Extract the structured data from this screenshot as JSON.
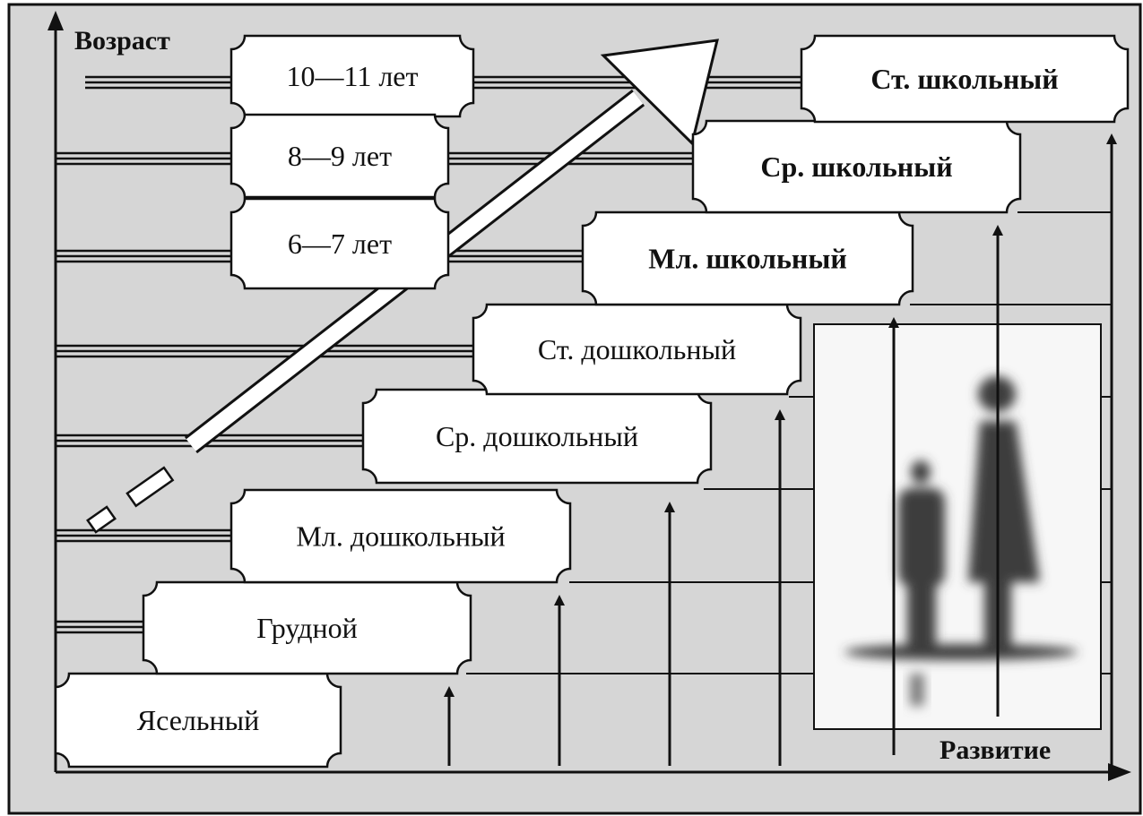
{
  "axes": {
    "y_label": "Возраст",
    "x_label": "Развитие"
  },
  "age_labels": [
    "10—11 лет",
    "8—9 лет",
    "6—7 лет"
  ],
  "stages": [
    "Ясельный",
    "Грудной",
    "Мл. дошкольный",
    "Ср. дошкольный",
    "Ст. дошкольный",
    "Мл. школьный",
    "Ср. школьный",
    "Ст. школьный"
  ],
  "colors": {
    "background": "#d6d6d6",
    "ink": "#111111",
    "box_fill": "#ffffff",
    "photo_fill": "#f7f7f7"
  },
  "icons": [
    "silhouette-child-icon",
    "silhouette-adult-icon"
  ]
}
